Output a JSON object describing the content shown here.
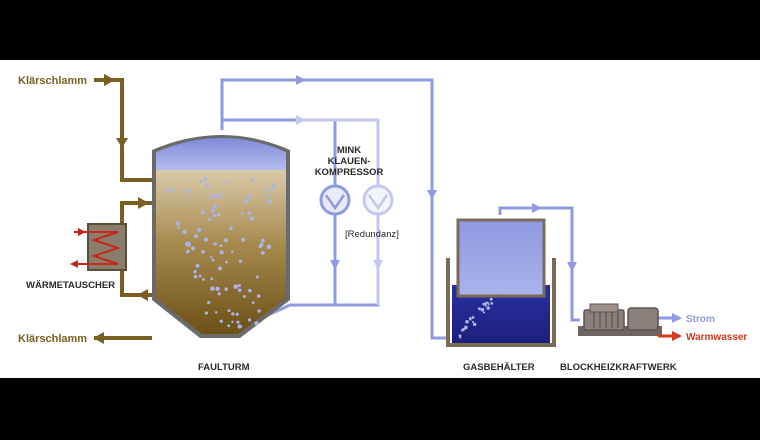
{
  "labels": {
    "sludge_in": "Klärschlamm",
    "sludge_out": "Klärschlamm",
    "heat_exchanger": "WÄRMETAUSCHER",
    "digester": "FAULTURM",
    "compressor_line1": "MINK",
    "compressor_line2": "KLAUEN-",
    "compressor_line3": "KOMPRESSOR",
    "redundancy": "[Redundanz]",
    "gas_holder": "GASBEHÄLTER",
    "chp": "BLOCKHEIZKRAFTWERK",
    "power": "Strom",
    "hot_water": "Warmwasser"
  },
  "colors": {
    "sludge": "#7a5f22",
    "sludge_text": "#7a5f22",
    "gas": "#8f9be0",
    "gas_faded": "#c3c9ee",
    "power": "#8f9be0",
    "hot_water": "#d13a1c",
    "heat_pipe": "#c8261c",
    "label": "#2a2a2a"
  }
}
